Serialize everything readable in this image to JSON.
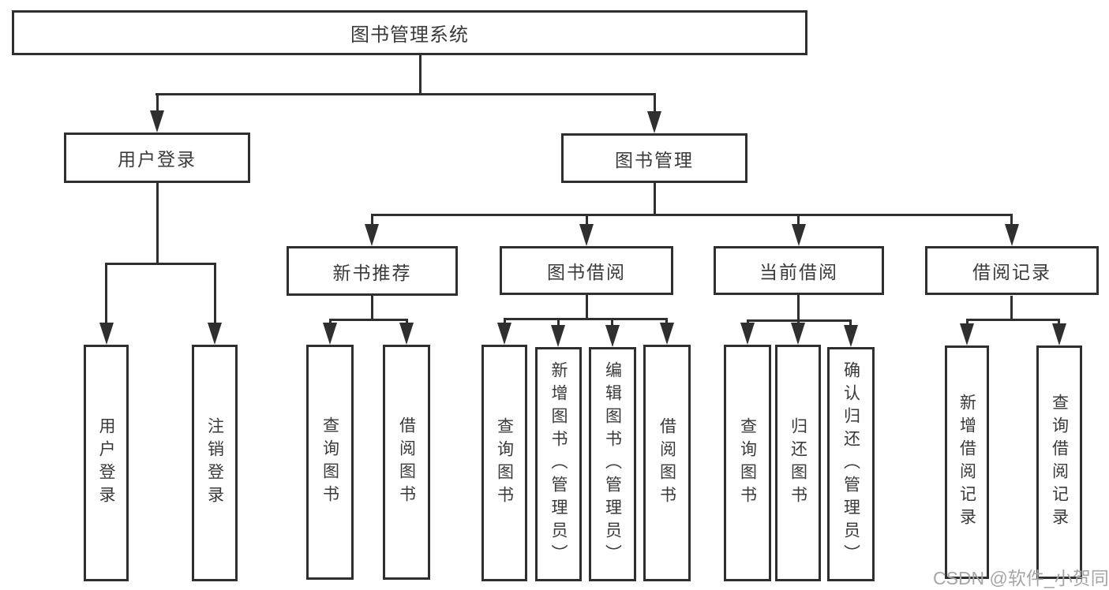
{
  "tree": {
    "root": {
      "label": "图书管理系统"
    },
    "branches": [
      {
        "label": "用户登录",
        "children": [
          {
            "label": "用户登录"
          },
          {
            "label": "注销登录"
          }
        ]
      },
      {
        "label": "图书管理",
        "groups": [
          {
            "label": "新书推荐",
            "children": [
              {
                "label": "查询图书"
              },
              {
                "label": "借阅图书"
              }
            ]
          },
          {
            "label": "图书借阅",
            "children": [
              {
                "label": "查询图书"
              },
              {
                "label": "新增图书（管理员）"
              },
              {
                "label": "编辑图书（管理员）"
              },
              {
                "label": "借阅图书"
              }
            ]
          },
          {
            "label": "当前借阅",
            "children": [
              {
                "label": "查询图书"
              },
              {
                "label": "归还图书"
              },
              {
                "label": "确认归还（管理员）"
              }
            ]
          },
          {
            "label": "借阅记录",
            "children": [
              {
                "label": "新增借阅记录"
              },
              {
                "label": "查询借阅记录"
              }
            ]
          }
        ]
      }
    ]
  },
  "watermark": {
    "text": "CSDN @软件_小贺同学"
  },
  "colors": {
    "line": "#2f2f2f",
    "text": "#3a3a3a",
    "watermark": "#a6a6a6",
    "background": "#ffffff"
  }
}
